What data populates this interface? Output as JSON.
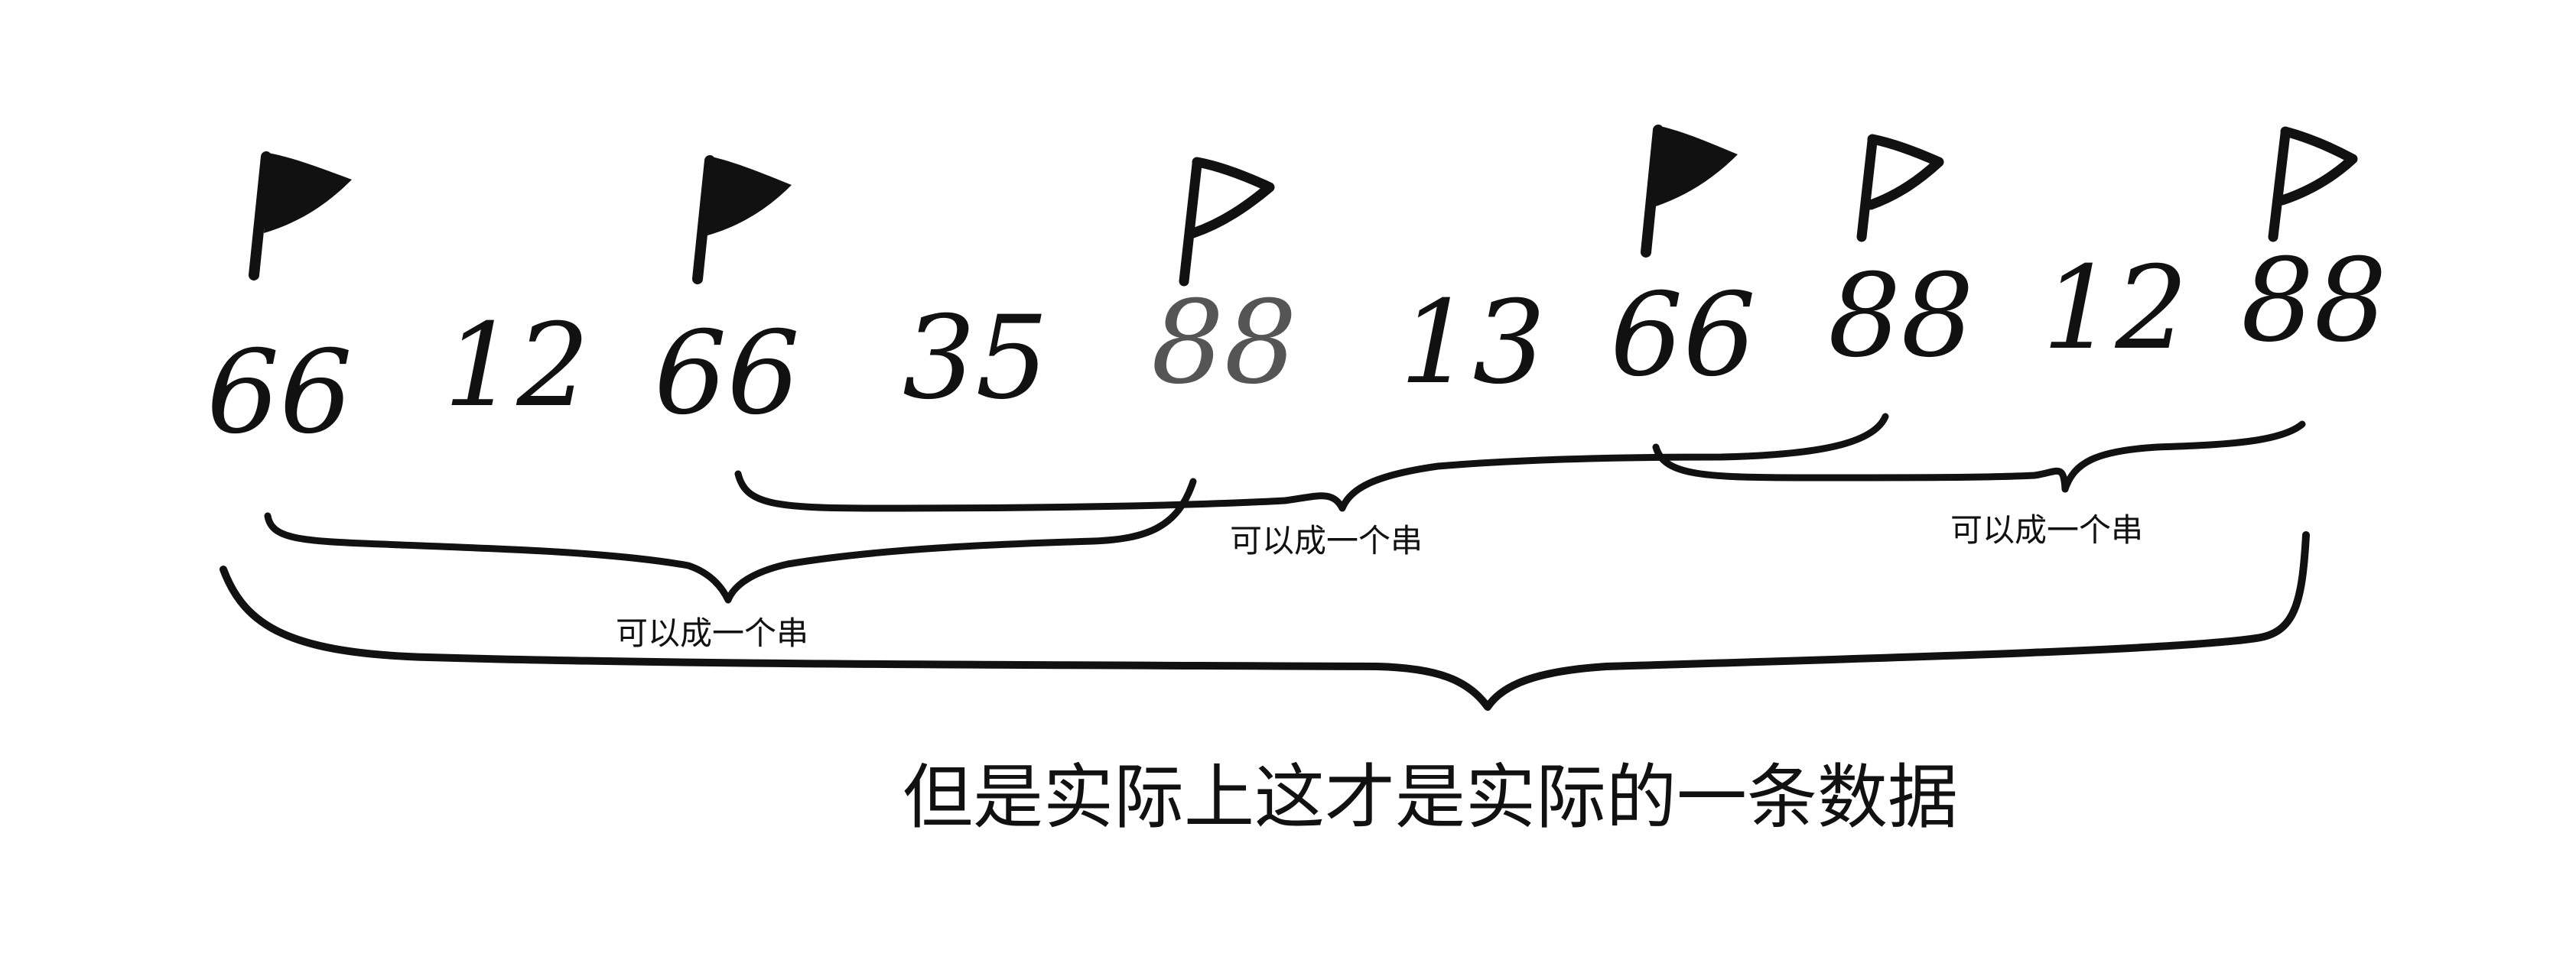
{
  "sequence": [
    "66",
    "12",
    "66",
    "35",
    "88",
    "13",
    "66",
    "88",
    "12",
    "88"
  ],
  "flags": [
    {
      "item": 0,
      "style": "filled"
    },
    {
      "item": 2,
      "style": "filled"
    },
    {
      "item": 4,
      "style": "outline"
    },
    {
      "item": 6,
      "style": "filled"
    },
    {
      "item": 7,
      "style": "outline"
    },
    {
      "item": 9,
      "style": "outline"
    }
  ],
  "brace_labels": {
    "first": "可以成一个串",
    "second": "可以成一个串",
    "third": "可以成一个串"
  },
  "caption": "但是实际上这才是实际的一条数据"
}
